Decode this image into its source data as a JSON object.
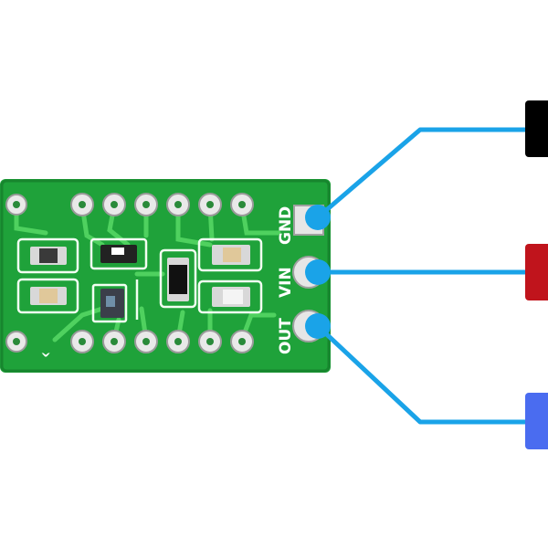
{
  "board": {
    "pin_labels": {
      "gnd": "GND",
      "vin": "VIN",
      "out": "OUT"
    },
    "silk_marker": "^"
  },
  "colors": {
    "pcb_green": "#1fa23a",
    "wire_blue": "#1aa3e8",
    "gnd_connector": "#000000",
    "vin_connector": "#c0141c",
    "out_connector": "#4a6cf0"
  }
}
